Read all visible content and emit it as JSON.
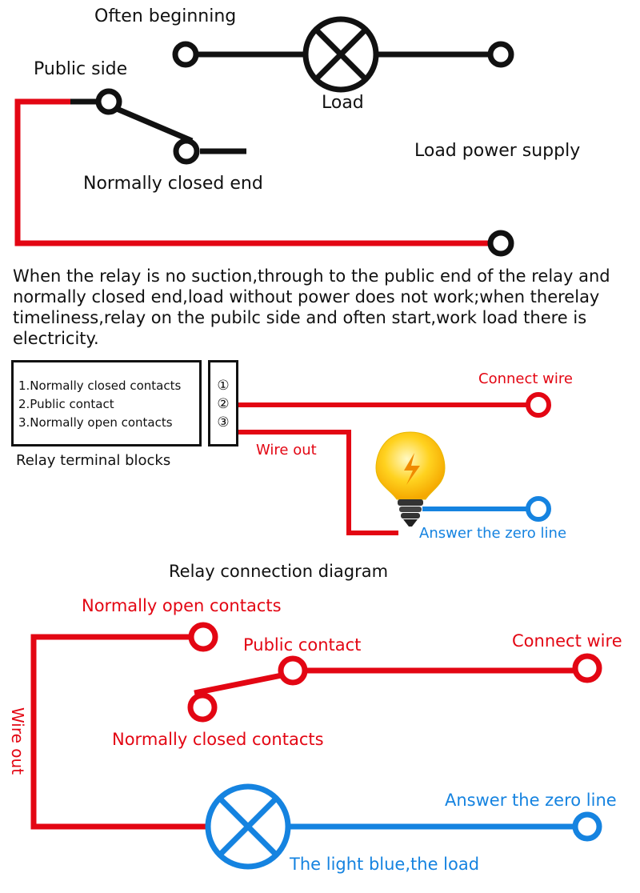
{
  "top_diagram": {
    "often_beginning": "Often beginning",
    "public_side": "Public side",
    "load": "Load",
    "load_power_supply": "Load power supply",
    "normally_closed_end": "Normally closed end"
  },
  "description": "When the relay is no suction,through to the public end of the relay and normally closed end,load without power does not work;when therelay timeliness,relay on the pubilc side and often start,work load there is electricity.",
  "terminal_diagram": {
    "items": [
      "1.Normally closed contacts",
      "2.Public contact",
      "3.Normally open contacts"
    ],
    "numbers": [
      "①",
      "②",
      "③"
    ],
    "caption": "Relay terminal blocks",
    "connect_wire": "Connect wire",
    "wire_out": "Wire out",
    "zero_line": "Answer the zero line"
  },
  "bottom_diagram": {
    "title": "Relay connection diagram",
    "normally_open": "Normally open contacts",
    "public_contact": "Public contact",
    "connect_wire": "Connect wire",
    "normally_closed": "Normally closed contacts",
    "wire_out": "Wire out",
    "zero_line": "Answer the zero line",
    "load": "The light blue,the load"
  },
  "colors": {
    "live": "#e30613",
    "neutral": "#1583e0",
    "black": "#111111",
    "bulb": "#ffd21f"
  }
}
